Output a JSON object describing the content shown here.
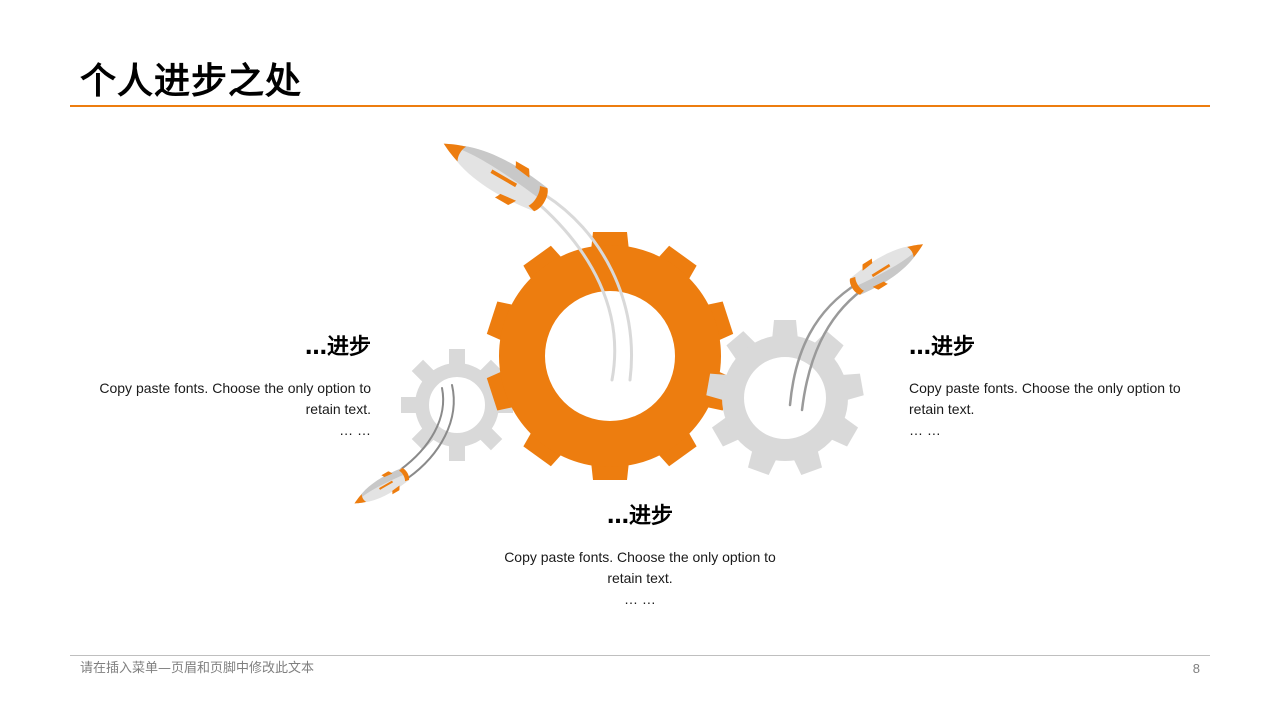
{
  "slide": {
    "title": "个人进步之处",
    "accent_color": "#ED7D0F",
    "gear_gray": "#D9D9D9"
  },
  "blocks": {
    "left": {
      "heading": "…进步",
      "body": "Copy paste fonts. Choose the only option to retain text.",
      "dots": "… …"
    },
    "right": {
      "heading": "…进步",
      "body": "Copy paste fonts. Choose the only option to retain text.",
      "dots": "… …"
    },
    "mid": {
      "heading": "…进步",
      "body": "Copy paste fonts. Choose the only option to retain text.",
      "dots": "… …"
    }
  },
  "footer": {
    "text": "请在插入菜单—页眉和页脚中修改此文本",
    "page_number": "8"
  },
  "icons": [
    "gear-icon",
    "rocket-icon"
  ]
}
